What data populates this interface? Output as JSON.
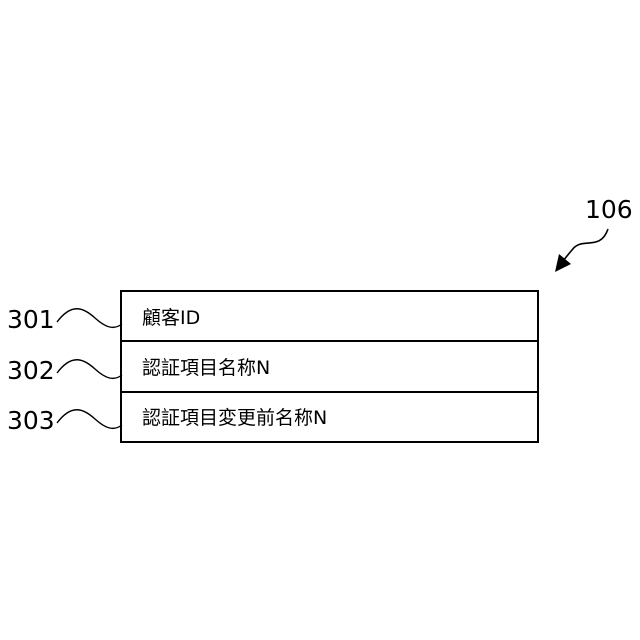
{
  "figure_ref": "106",
  "rows": [
    {
      "ref": "301",
      "label": "顧客ID"
    },
    {
      "ref": "302",
      "label": "認証項目名称N"
    },
    {
      "ref": "303",
      "label": "認証項目変更前名称N"
    }
  ]
}
